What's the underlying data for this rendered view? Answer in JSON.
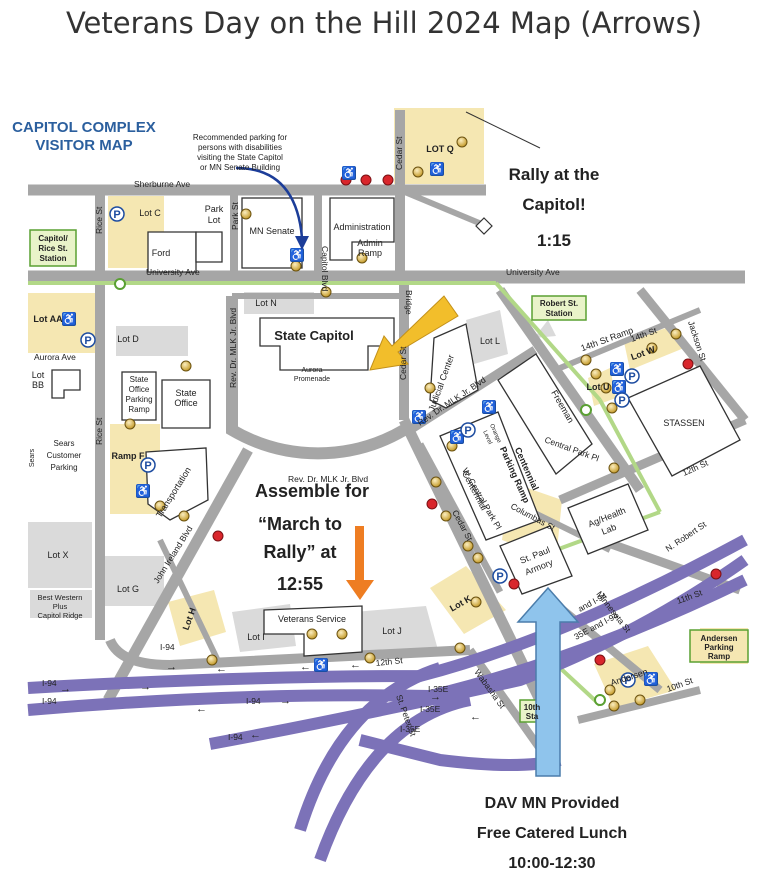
{
  "title": "Veterans Day on the Hill 2024 Map (Arrows)",
  "legend": {
    "line1": "CAPITOL COMPLEX",
    "line2": "VISITOR MAP"
  },
  "parking_note": [
    "Recommended parking for",
    "persons with disabilities",
    "visiting the State Capitol",
    "or MN Senate Building"
  ],
  "annotations": {
    "rally": {
      "line1": "Rally at the",
      "line2": "Capitol!",
      "line3": "1:15"
    },
    "assemble": {
      "line1": "Assemble for",
      "line2": "“March to",
      "line3": "Rally” at",
      "line4": "12:55"
    },
    "lunch": {
      "line1": "DAV MN Provided",
      "line2": "Free Catered Lunch",
      "line3": "10:00-12:30"
    }
  },
  "streets": {
    "sherburne": "Sherburne Ave",
    "university_w": "University Ave",
    "university_e": "University Ave",
    "aurora": "Aurora Ave",
    "rice_n": "Rice St",
    "rice_s": "Rice St",
    "park": "Park St",
    "capitol_blvd": "Capitol Blvd",
    "cedar_n": "Cedar St",
    "cedar_mid": "Cedar St",
    "cedar_s": "Cedar St",
    "bridge": "Bridge",
    "mlk_w": "Rev. Dr. MLK Jr. Blvd",
    "mlk_s": "Rev. Dr. MLK Jr. Blvd",
    "mlk_e": "Rev. Dr. MLK Jr. Blvd",
    "john_ireland": "John Ireland Blvd",
    "central_park": "Central Park Pl",
    "w_central_park": "W. Central Park Pl",
    "columbus": "Columbus St",
    "jackson": "Jackson St",
    "st14": "14th St",
    "st12_e": "12th St",
    "st12_s": "12th St",
    "st11": "11th St",
    "st10": "10th St",
    "n_robert": "N. Robert St",
    "minnesota": "Minnesota St",
    "wabasha": "Wabasha St",
    "st_peter": "St. Peter St",
    "i94_a": "I-94",
    "i94_b": "I-94",
    "i94_c": "I-94",
    "i94_d": "I-94",
    "i94_e": "I-94",
    "i35e_a": "I-35E",
    "i35e_b": "I-35E",
    "i35e_c": "I-35E",
    "i35e_and_i94": "35E and I-94",
    "and_i94": "and I-94"
  },
  "buildings": {
    "mn_senate": "MN Senate",
    "administration": "Administration",
    "admin_ramp": [
      "Admin",
      "Ramp"
    ],
    "ford": "Ford",
    "state_capitol": "State Capitol",
    "aurora_promenade": [
      "Aurora",
      "Promenade"
    ],
    "judicial": "Judicial Center",
    "state_office_ramp": [
      "State",
      "Office",
      "Parking",
      "Ramp"
    ],
    "state_office": [
      "State",
      "Office"
    ],
    "transportation": "Transportation",
    "sears": [
      "Sears",
      "Customer",
      "Parking"
    ],
    "sears_side": "Sears",
    "centennial": "Centennial",
    "centennial_ramp": [
      "Centennial",
      "Parking Ramp"
    ],
    "freeman": "Freeman",
    "stassen": "STASSEN",
    "aghealth": [
      "Ag/Health",
      "Lab"
    ],
    "armory": [
      "St. Paul",
      "Armory"
    ],
    "veterans_service": "Veterans Service",
    "best_western": [
      "Best Western",
      "Plus",
      "Capitol Ridge"
    ],
    "andersen": "Andersen",
    "orange_level": [
      "Orange",
      "Level"
    ]
  },
  "lots": {
    "lot_c": "Lot C",
    "park_lot": [
      "Park",
      "Lot"
    ],
    "lot_q": "LOT Q",
    "lot_n": "Lot N",
    "lot_aa": "Lot AA",
    "lot_d": "Lot D",
    "lot_bb": [
      "Lot",
      "BB"
    ],
    "ramp_f": "Ramp F",
    "lot_x": "Lot X",
    "lot_g": "Lot G",
    "lot_h": "Lot H",
    "lot_i": "Lot I",
    "lot_j": "Lot J",
    "lot_k": "Lot K",
    "lot_l": "Lot L",
    "lot_u": "Lot U",
    "lot_w": "Lot W",
    "ramp_14th": "14th St Ramp"
  },
  "stations": {
    "capitol_rice": [
      "Capitol/",
      "Rice St.",
      "Station"
    ],
    "robert": [
      "Robert St.",
      "Station"
    ],
    "tenth_partial": [
      "10th",
      "Sta"
    ]
  },
  "andersen_ramp": [
    "Andersen",
    "Parking",
    "Ramp"
  ],
  "colors": {
    "street": "#a3a3a3",
    "lot": "#f5e7b2",
    "rail": "#b2d887",
    "highway": "#7c72b8",
    "arrow_gold": "#f2be2b",
    "arrow_orange": "#ee7d22",
    "arrow_blue": "#8fc4ec",
    "arrow_nav": "#1c3d99",
    "accent_title": "#2b5f9e"
  }
}
